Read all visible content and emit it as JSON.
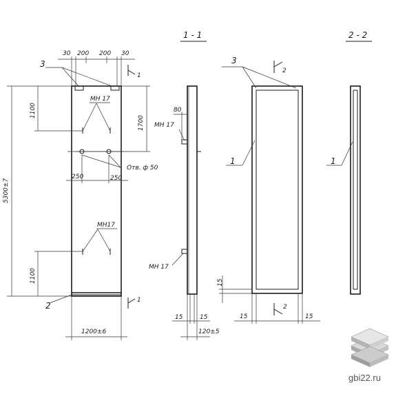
{
  "view_front": {
    "dims_top": [
      "30",
      "200",
      "200",
      "30"
    ],
    "dim_total_height": "5300±7",
    "dim_1100_top": "1100",
    "dim_1100_bottom": "1100",
    "dim_1700": "1700",
    "dim_250_left": "250",
    "dim_250_right": "250",
    "hole_label": "Отв. ф 50",
    "mn17_top": "МН 17",
    "mn17_bottom": "МН17",
    "width": "1200±6",
    "callout_3": "3",
    "callout_2": "2",
    "section_mark_top": "1",
    "section_mark_bottom": "1"
  },
  "section_1_1": {
    "title": "1 - 1",
    "dim_80": "80",
    "mn17_top": "МН 17",
    "mn17_bottom": "МН 17",
    "dim_15_left": "15",
    "dim_15_right": "15",
    "dim_120": "120±5"
  },
  "view_back": {
    "callout_3": "3",
    "callout_1": "1",
    "section_mark_top": "2",
    "section_mark_bottom": "2",
    "dim_15_side": "15",
    "dim_15_left": "15",
    "dim_15_right": "15"
  },
  "section_2_2": {
    "title": "2 - 2",
    "callout_1": "1"
  },
  "watermark": {
    "text": "gbi22.ru",
    "logo_icon": "stacked-slabs-icon"
  }
}
